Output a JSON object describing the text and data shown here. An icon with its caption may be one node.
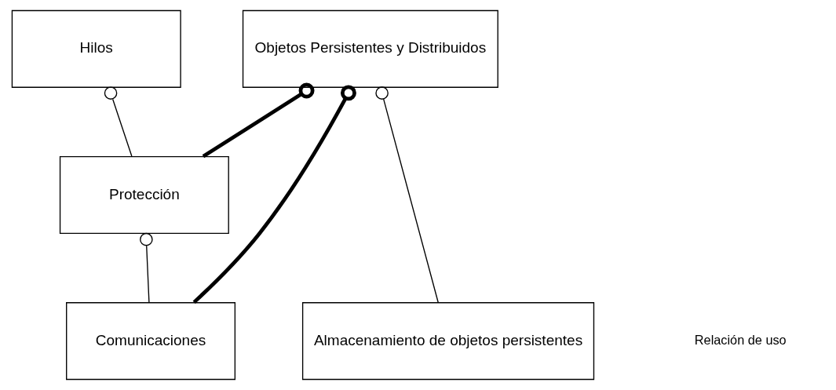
{
  "diagram": {
    "nodes": [
      {
        "text": [
          "Objetos Persistentes y Distribuidos"
        ]
      },
      {
        "text": [
          "Hilos"
        ]
      },
      {
        "text": [
          "Protección"
        ]
      },
      {
        "text": [
          "Almacenamiento de objetos persistentes"
        ]
      },
      {
        "text": [
          "Comunicaciones"
        ]
      }
    ],
    "edges": [
      {
        "from": 2,
        "to": 0,
        "arrow": "other",
        "style": "thick"
      },
      {
        "from": 4,
        "to": 0,
        "arrow": "other",
        "style": "thick"
      },
      {
        "from": 3,
        "to": 0,
        "arrow": "other"
      },
      {
        "from": 2,
        "to": 1,
        "arrow": "other"
      },
      {
        "from": 4,
        "to": 2,
        "arrow": "other"
      }
    ],
    "legend": [
      {
        "text": "Relación de uso"
      }
    ]
  }
}
